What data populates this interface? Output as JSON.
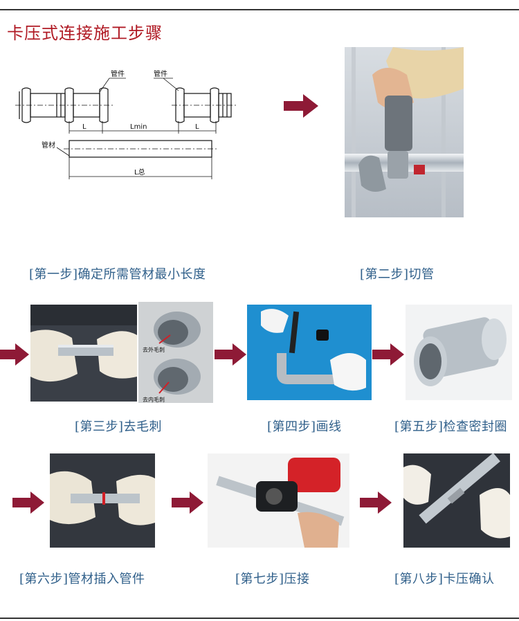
{
  "title": "卡压式连接施工步骤",
  "diagram": {
    "fitting_label_left": "管件",
    "fitting_label_right": "管件",
    "pipe_label": "管材",
    "dim_l": "L",
    "dim_lmin": "Lmin",
    "dim_l_right": "L",
    "dim_ltotal": "L总"
  },
  "photo_labels": {
    "outer_burr": "去外毛刺",
    "inner_burr": "去内毛刺"
  },
  "steps": [
    {
      "label": "[第一步]确定所需管材最小长度"
    },
    {
      "label": "[第二步]切管"
    },
    {
      "label": "[第三步]去毛刺"
    },
    {
      "label": "[第四步]画线"
    },
    {
      "label": "[第五步]检查密封圈"
    },
    {
      "label": "[第六步]管材插入管件"
    },
    {
      "label": "[第七步]压接"
    },
    {
      "label": "[第八步]卡压确认"
    }
  ],
  "colors": {
    "title": "#b01a24",
    "caption": "#2f5f8a",
    "arrow": "#8e1a36"
  }
}
